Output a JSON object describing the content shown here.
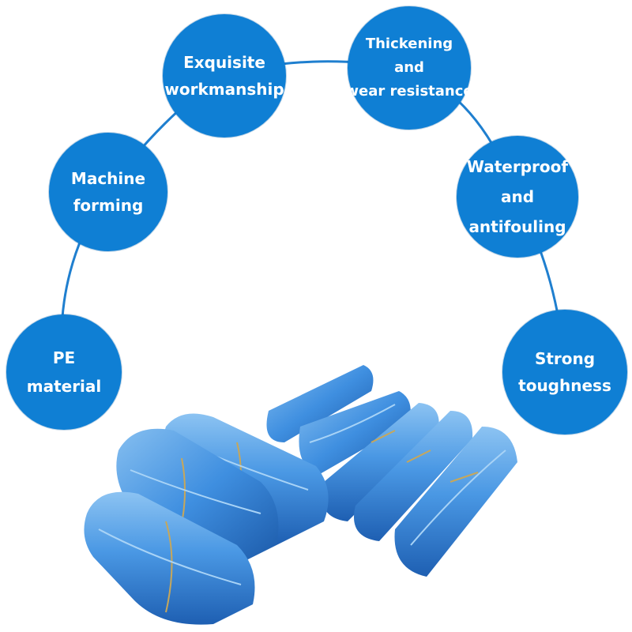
{
  "features": {
    "pe": {
      "line1": "PE",
      "line2": "material"
    },
    "machine": {
      "line1": "Machine",
      "line2": "forming"
    },
    "exquisite": {
      "line1": "Exquisite",
      "line2": "workmanship"
    },
    "thickening": {
      "line1": "Thickening",
      "line2": "and",
      "line3": "wear resistance"
    },
    "waterproof": {
      "line1": "Waterproof",
      "line2": "and",
      "line3": "antifouling"
    },
    "strong": {
      "line1": "Strong",
      "line2": "toughness"
    }
  },
  "colors": {
    "bubble": "#0f7fd4",
    "connector": "#1f7fcf",
    "plastic_light": "#7cb8ee",
    "plastic_mid": "#3f8fe0",
    "plastic_dark": "#1f64b8"
  }
}
